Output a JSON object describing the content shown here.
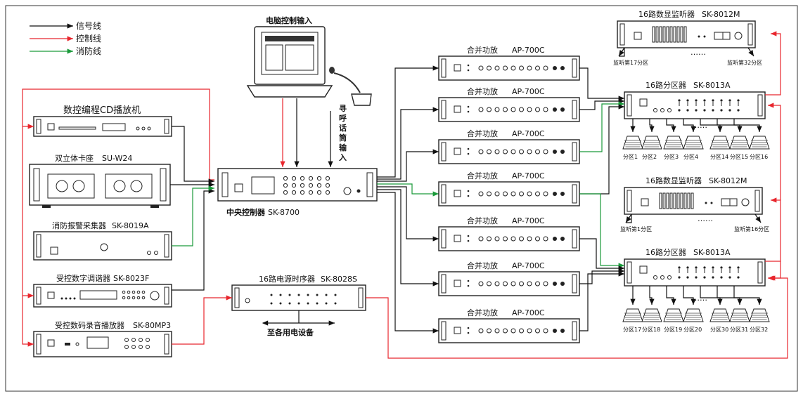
{
  "legend": [
    {
      "label": "信号线",
      "color": "#111111"
    },
    {
      "label": "控制线",
      "color": "#e8262d"
    },
    {
      "label": "消防线",
      "color": "#1a9a3a"
    }
  ],
  "pc": {
    "label": "电脑控制输入"
  },
  "mic": {
    "label": "寻呼话筒输入"
  },
  "cd": {
    "label": "数控编程CD播放机"
  },
  "tape": {
    "label": "双立体卡座",
    "model": "SU-W24"
  },
  "fire": {
    "label": "消防报警采集器",
    "model": "SK-8019A"
  },
  "tuner": {
    "label": "受控数字调谐器",
    "model": "SK-8023F"
  },
  "mp3": {
    "label": "受控数码录音播放器",
    "model": "SK-80MP3"
  },
  "controller": {
    "label": "中央控制器",
    "model": "SK-8700"
  },
  "sequencer": {
    "label": "16路电源时序器",
    "model": "SK-8028S",
    "bottom": "至各用电设备"
  },
  "amp": {
    "label": "合并功放",
    "model": "AP-700C"
  },
  "monitor1": {
    "label": "16路数显监听器",
    "model": "SK-8012M",
    "left": "监听第17分区",
    "right": "监听第32分区"
  },
  "monitor2": {
    "label": "16路数显监听器",
    "model": "SK-8012M",
    "left": "监听第1分区",
    "right": "监听第16分区"
  },
  "zone1": {
    "label": "16路分区器",
    "model": "SK-8013A"
  },
  "zone2": {
    "label": "16路分区器",
    "model": "SK-8013A"
  },
  "dots": "……",
  "speakers_top": [
    "分区1",
    "分区2",
    "分区3",
    "分区4",
    "分区14",
    "分区15",
    "分区16"
  ],
  "speakers_bottom": [
    "分区17",
    "分区18",
    "分区19",
    "分区20",
    "分区30",
    "分区31",
    "分区32"
  ]
}
